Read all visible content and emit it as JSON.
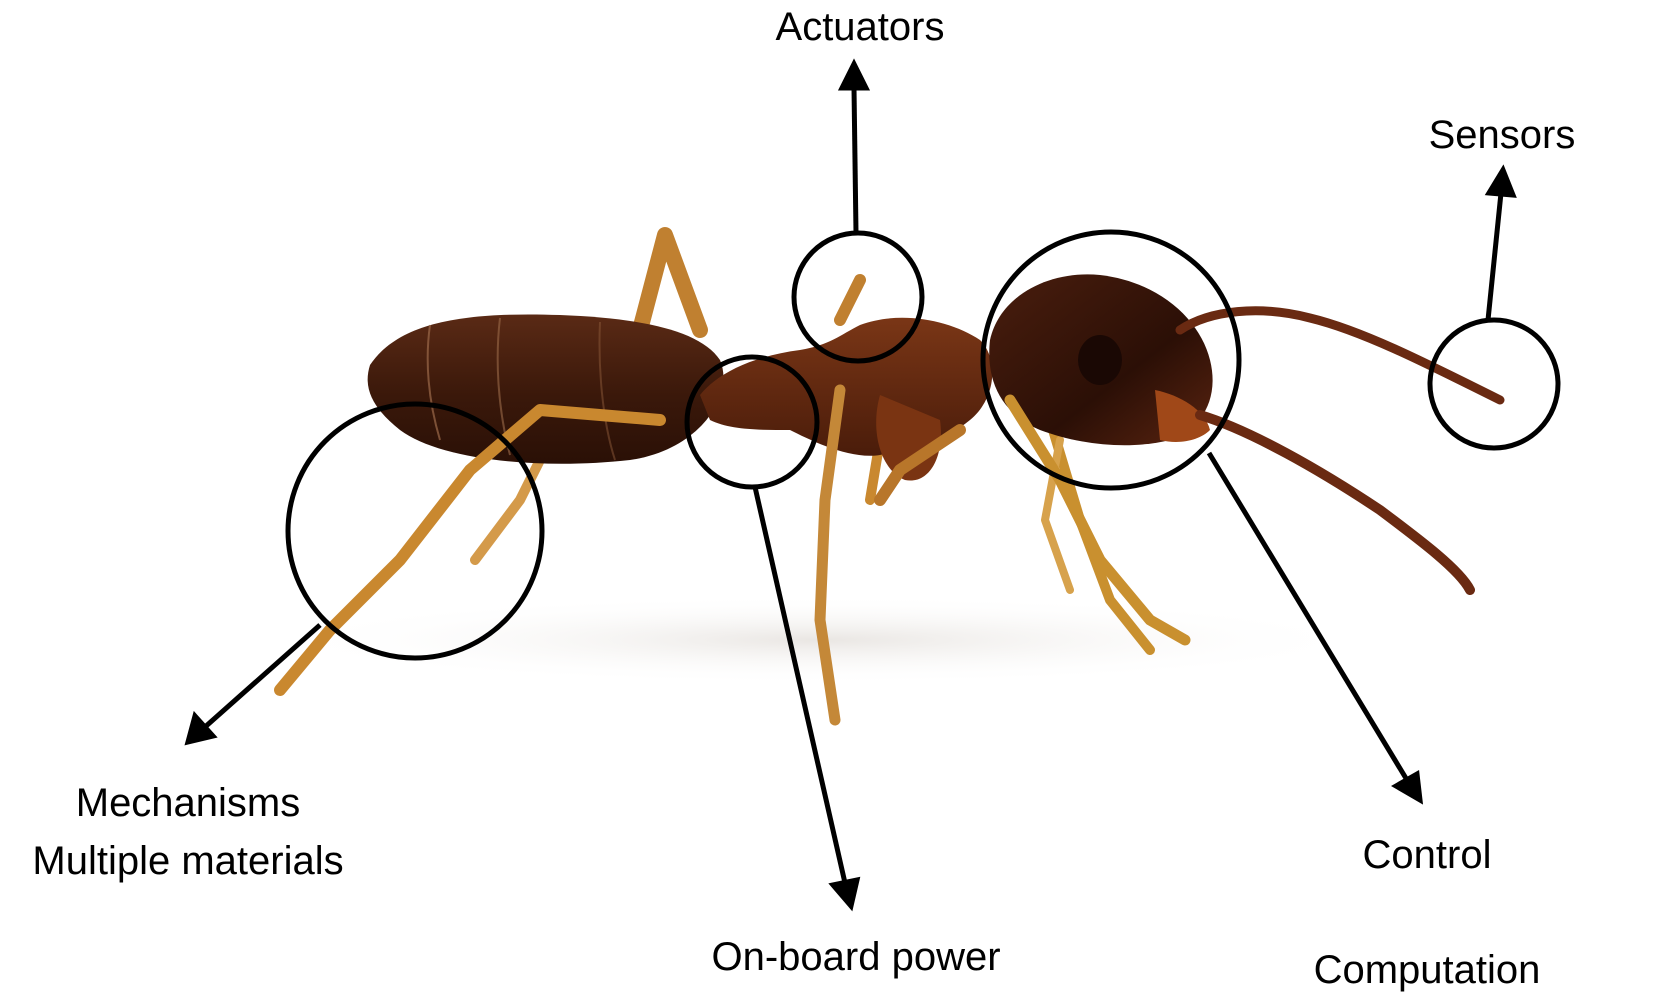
{
  "labels": {
    "actuators": "Actuators",
    "sensors": "Sensors",
    "mechanisms": "Mechanisms",
    "multiple_materials": "Multiple materials",
    "on_board_power": "On-board power",
    "control": "Control",
    "computation": "Computation"
  },
  "colors": {
    "annotation": "#000000",
    "ant_body_dark": "#3a1a0c",
    "ant_body_mid": "#6b2f12",
    "ant_leg": "#c9882f",
    "background": "#ffffff"
  }
}
